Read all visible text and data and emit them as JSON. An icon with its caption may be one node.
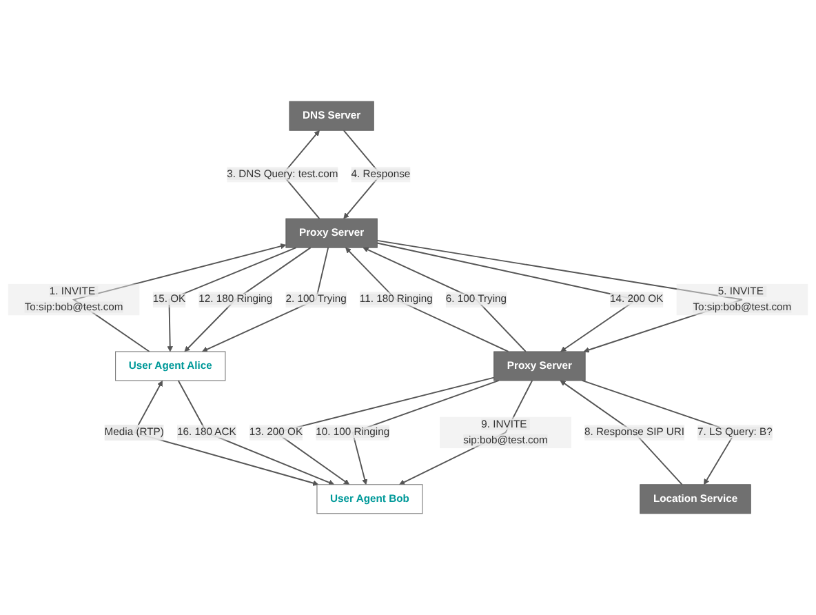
{
  "diagram": {
    "nodes": [
      {
        "text": [
          "DNS Server"
        ]
      },
      {
        "text": [
          "Location Service"
        ]
      },
      {
        "text": [
          "Proxy Server"
        ]
      },
      {
        "text": [
          "Proxy Server"
        ]
      },
      {
        "text": [
          "User Agent Alice"
        ]
      },
      {
        "text": [
          "User Agent Bob"
        ]
      }
    ],
    "edges": [
      {
        "from": 4,
        "to": 2,
        "arrow": "to",
        "label": "1. INVITE To:sip:bob@test.com"
      },
      {
        "from": 2,
        "to": 4,
        "arrow": "to",
        "label": "2. 100 Trying"
      },
      {
        "from": 2,
        "to": 0,
        "arrow": "to",
        "label": "3. DNS Query: test.com"
      },
      {
        "from": 0,
        "to": 2,
        "arrow": "to",
        "label": "4. Response"
      },
      {
        "from": 2,
        "to": 3,
        "arrow": "to",
        "label": "5. INVITE To:sip:bob@test.com"
      },
      {
        "from": 3,
        "to": 2,
        "arrow": "to",
        "label": "6. 100 Trying"
      },
      {
        "from": 3,
        "to": 1,
        "arrow": "to",
        "label": "7. LS Query: B?"
      },
      {
        "from": 1,
        "to": 3,
        "arrow": "to",
        "label": "8. Response SIP URI"
      },
      {
        "from": 3,
        "to": 5,
        "arrow": "to",
        "label": "9. INVITE sip:bob@test.com"
      },
      {
        "from": 3,
        "to": 5,
        "arrow": "to",
        "label": "10. 100 Ringing"
      },
      {
        "from": 3,
        "to": 2,
        "arrow": "to",
        "label": "11. 180 Ringing"
      },
      {
        "from": 2,
        "to": 4,
        "arrow": "to",
        "label": "12. 180 Ringing"
      },
      {
        "from": 3,
        "to": 5,
        "arrow": "to",
        "label": "13. 200 OK"
      },
      {
        "from": 2,
        "to": 3,
        "arrow": "to",
        "label": "14. 200 OK"
      },
      {
        "from": 2,
        "to": 4,
        "arrow": "to",
        "label": "15. OK"
      },
      {
        "from": 4,
        "to": 5,
        "arrow": "to",
        "label": "16. 180 ACK"
      },
      {
        "from": 4,
        "to": 5,
        "arrow": "both",
        "label": "Media (RTP)"
      }
    ]
  }
}
